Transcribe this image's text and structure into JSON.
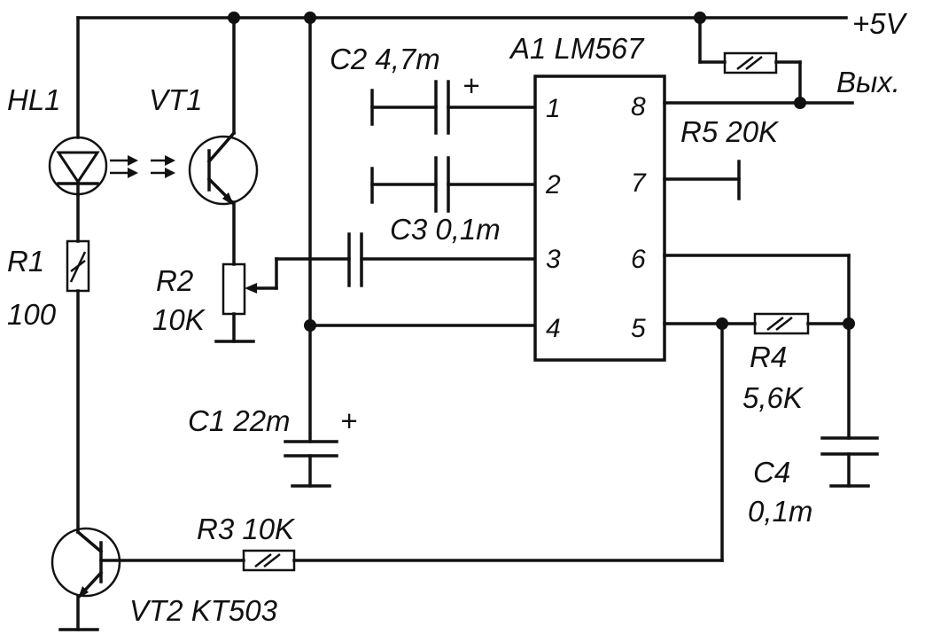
{
  "supply": {
    "label": "+5V"
  },
  "output": {
    "label": "Вых."
  },
  "ic": {
    "label": "A1 LM567",
    "pins": [
      "1",
      "2",
      "3",
      "4",
      "5",
      "6",
      "7",
      "8"
    ]
  },
  "components": {
    "hl1": "HL1",
    "vt1": "VT1",
    "r1_name": "R1",
    "r1_value": "100",
    "r2_name": "R2",
    "r2_value": "10K",
    "c1": "C1 22m",
    "c1_polarity": "+",
    "c2": "C2 4,7m",
    "c2_polarity": "+",
    "c3": "C3 0,1m",
    "r5": "R5 20K",
    "r4_name": "R4",
    "r4_value": "5,6K",
    "c4_name": "C4",
    "c4_value": "0,1m",
    "r3": "R3 10K",
    "vt2": "VT2 KT503"
  }
}
